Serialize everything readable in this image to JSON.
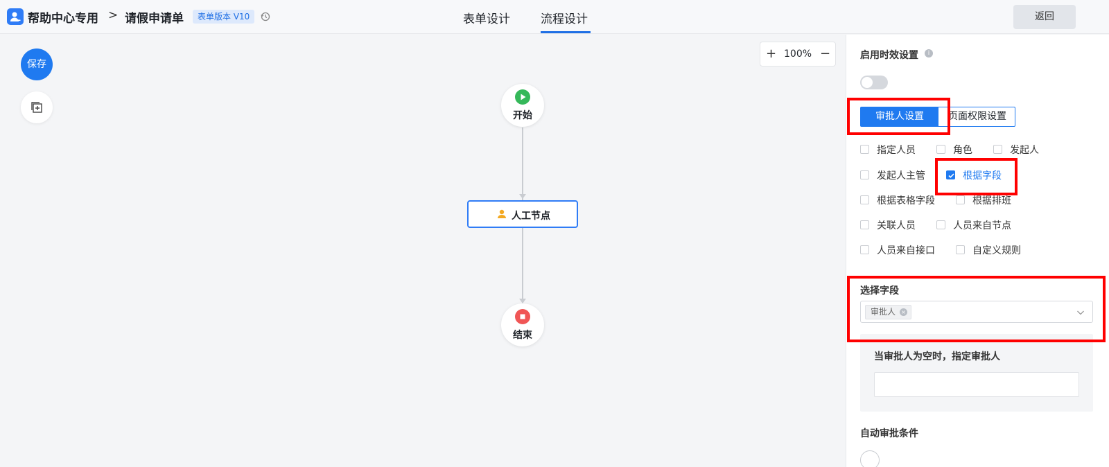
{
  "header": {
    "breadcrumb_root": "帮助中心专用",
    "breadcrumb_sep": ">",
    "form_name": "请假申请单",
    "version_badge": "表单版本 V10",
    "tabs": [
      {
        "label": "表单设计",
        "active": false
      },
      {
        "label": "流程设计",
        "active": true
      }
    ],
    "back_label": "返回"
  },
  "canvas": {
    "save_label": "保存",
    "zoom_plus": "+",
    "zoom_level": "100%",
    "zoom_minus": "−",
    "nodes": {
      "start": "开始",
      "task": "人工节点",
      "end": "结束"
    }
  },
  "panel": {
    "timer_title": "启用时效设置",
    "info_glyph": "i",
    "segments": [
      "审批人设置",
      "页面权限设置"
    ],
    "options": [
      {
        "label": "指定人员",
        "checked": false
      },
      {
        "label": "角色",
        "checked": false
      },
      {
        "label": "发起人",
        "checked": false
      },
      {
        "label": "发起人主管",
        "checked": false
      },
      {
        "label": "根据字段",
        "checked": true
      },
      {
        "label": "根据表格字段",
        "checked": false
      },
      {
        "label": "根据排班",
        "checked": false
      },
      {
        "label": "关联人员",
        "checked": false
      },
      {
        "label": "人员来自节点",
        "checked": false
      },
      {
        "label": "人员来自接口",
        "checked": false
      },
      {
        "label": "自定义规则",
        "checked": false
      }
    ],
    "field_title": "选择字段",
    "selected_tag": "审批人",
    "tag_close": "×",
    "fallback_label": "当审批人为空时，指定审批人",
    "auto_title": "自动审批条件"
  },
  "colors": {
    "primary": "#1f7af0",
    "start_green": "#35b85a",
    "end_red": "#f05656",
    "annotation_red": "#ff0000"
  }
}
